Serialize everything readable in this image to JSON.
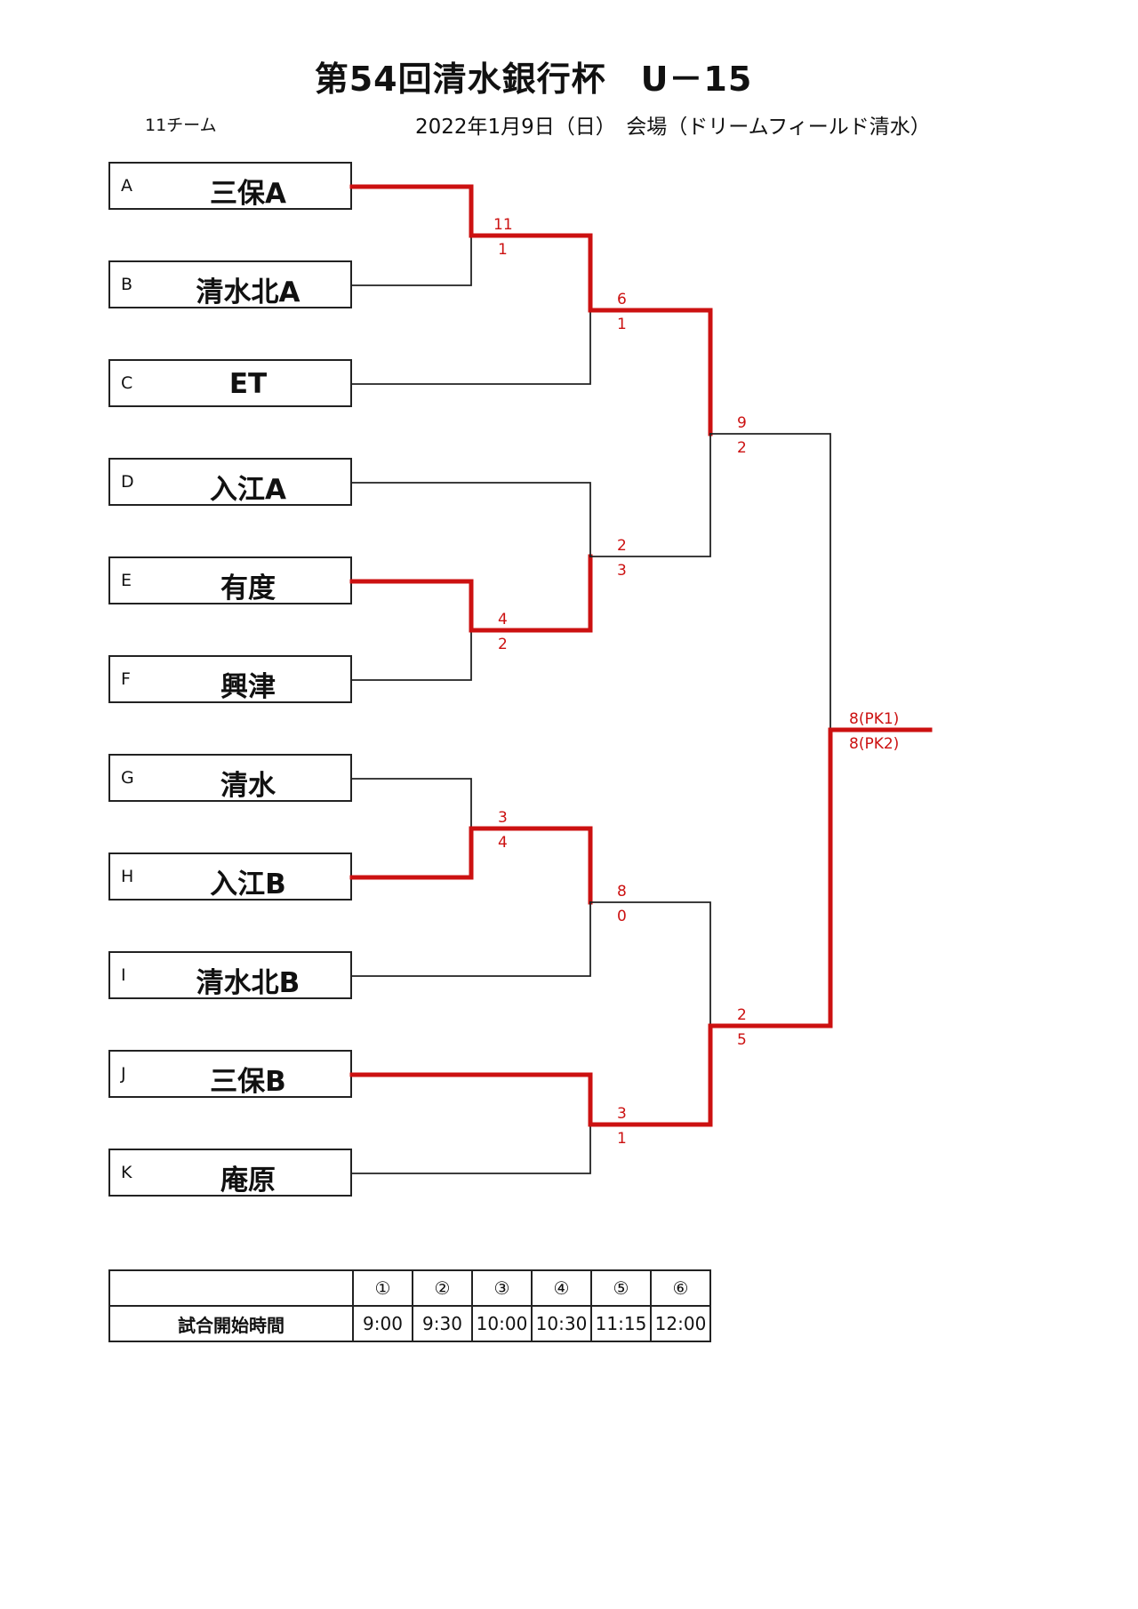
{
  "header": {
    "title": "第54回清水銀行杯　U－15",
    "teams_count": "11チーム",
    "date_venue": "2022年1月9日（日）　会場（ドリームフィールド清水）"
  },
  "teams": [
    {
      "letter": "A",
      "name": "三保A"
    },
    {
      "letter": "B",
      "name": "清水北A"
    },
    {
      "letter": "C",
      "name": "ET"
    },
    {
      "letter": "D",
      "name": "入江A"
    },
    {
      "letter": "E",
      "name": "有度"
    },
    {
      "letter": "F",
      "name": "興津"
    },
    {
      "letter": "G",
      "name": "清水"
    },
    {
      "letter": "H",
      "name": "入江B"
    },
    {
      "letter": "I",
      "name": "清水北B"
    },
    {
      "letter": "J",
      "name": "三保B"
    },
    {
      "letter": "K",
      "name": "庵原"
    }
  ],
  "matches": [
    {
      "id": "m1",
      "top_score": "11",
      "bottom_score": "1"
    },
    {
      "id": "m2",
      "top_score": "6",
      "bottom_score": "1"
    },
    {
      "id": "m3",
      "top_score": "4",
      "bottom_score": "2"
    },
    {
      "id": "m4",
      "top_score": "2",
      "bottom_score": "3"
    },
    {
      "id": "m5",
      "top_score": "9",
      "bottom_score": "2"
    },
    {
      "id": "m6",
      "top_score": "3",
      "bottom_score": "4"
    },
    {
      "id": "m7",
      "top_score": "8",
      "bottom_score": "0"
    },
    {
      "id": "m8",
      "top_score": "3",
      "bottom_score": "1"
    },
    {
      "id": "m9",
      "top_score": "2",
      "bottom_score": "5"
    },
    {
      "id": "final",
      "top_score": "8(PK1)",
      "bottom_score": "8(PK2)"
    }
  ],
  "schedule": {
    "row_label": "試合開始時間",
    "slots": [
      {
        "mark": "①",
        "time": "9:00"
      },
      {
        "mark": "②",
        "time": "9:30"
      },
      {
        "mark": "③",
        "time": "10:00"
      },
      {
        "mark": "④",
        "time": "10:30"
      },
      {
        "mark": "⑤",
        "time": "11:15"
      },
      {
        "mark": "⑥",
        "time": "12:00"
      }
    ]
  },
  "colors": {
    "winner_line": "#cc1111",
    "loser_line": "#222222"
  }
}
